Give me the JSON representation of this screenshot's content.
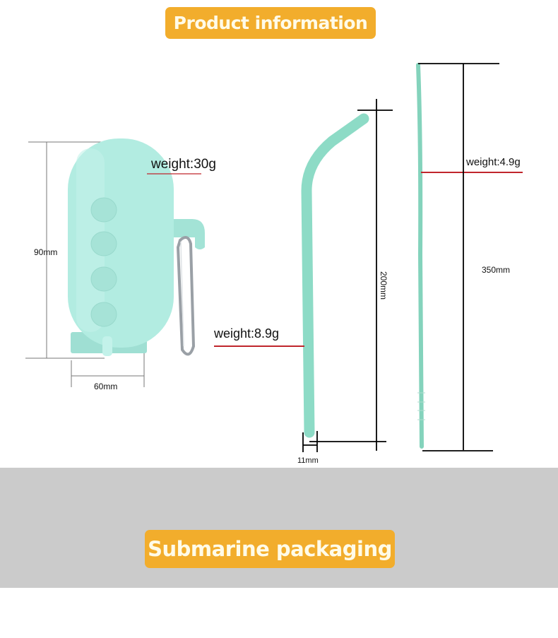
{
  "header": {
    "title": "Product information"
  },
  "products": {
    "case": {
      "height": "90mm",
      "width": "60mm",
      "weight": "weight:30g"
    },
    "bent_straw": {
      "length": "200mm",
      "diameter": "11mm",
      "weight": "weight:8.9g"
    },
    "long_straw": {
      "length": "350mm",
      "weight": "weight:4.9g"
    }
  },
  "section": {
    "title": "Submarine packaging"
  },
  "colors": {
    "banner": "#f2ad2c",
    "silicone": "#a9e8dc",
    "straw": "#86d8c2",
    "accent_line": "#c0262c",
    "band": "#cbcbcb"
  }
}
